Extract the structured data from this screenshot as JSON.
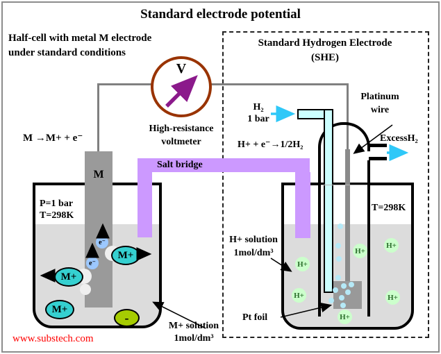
{
  "title": "Standard electrode potential",
  "watermark": "www.substech.com",
  "voltmeter": {
    "symbol": "V",
    "label": "High-resistance\nvoltmeter"
  },
  "salt_bridge": {
    "label": "Salt bridge"
  },
  "left_half_cell": {
    "heading": "Half-cell with metal M electrode\nunder standard conditions",
    "reaction": "M →M+ + e⁻",
    "electrode_label": "M",
    "conditions": "P=1 bar\nT=298K",
    "solution_label": "M+ solution\n1mol/dm³",
    "ions": {
      "m_plus": "M+",
      "electron": "e⁻",
      "negative": "-"
    }
  },
  "she": {
    "heading": "Standard Hydrogen Electrode\n(SHE)",
    "h2_inlet": "H₂\n1 bar",
    "reaction": "H+ + e⁻→1/2H₂",
    "platinum_wire_label": "Platinum\nwire",
    "excess_h2": "ExcessH₂",
    "temperature": "T=298K",
    "solution_label": "H+ solution\n1mol/dm³",
    "pt_foil_label": "Pt foil",
    "ion": "H+"
  },
  "colors": {
    "salt_bridge": "#cc99ff",
    "m_ion": "#35d0d0",
    "negative_ion": "#a6cc02",
    "electron": "#9cc8ff",
    "h_ion_fill": "#ccffcc",
    "h_ion_text": "#2c6e2c",
    "solution": "#dcdcdc",
    "electrode": "#9a9a9a",
    "voltmeter_ring": "#993300",
    "needle": "#8b1a8b",
    "wire": "#808080",
    "h2_tube": "#ccffff",
    "bubble": "#b5e9f7",
    "cyan_arrow": "#2fc8f8",
    "watermark": "#ff0000"
  }
}
